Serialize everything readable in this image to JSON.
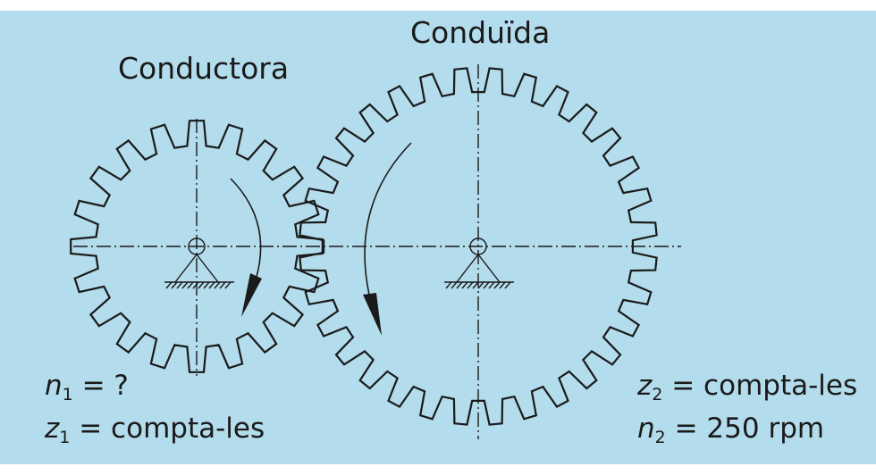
{
  "background_color": "#b3dcec",
  "line_color": "#1a1a1a",
  "driver": {
    "label": "Conductora",
    "teeth_drawn": 20,
    "speed": {
      "var": "n",
      "sub": "1",
      "rest": " = ?"
    },
    "teeth": {
      "var": "z",
      "sub": "1",
      "rest": " = compta-les"
    },
    "rotation": "clockwise"
  },
  "driven": {
    "label": "Conduïda",
    "teeth_drawn": 32,
    "teeth": {
      "var": "z",
      "sub": "2",
      "rest": " = compta-les"
    },
    "speed": {
      "var": "n",
      "sub": "2",
      "rest": " = 250 rpm"
    },
    "rotation": "counterclockwise"
  }
}
